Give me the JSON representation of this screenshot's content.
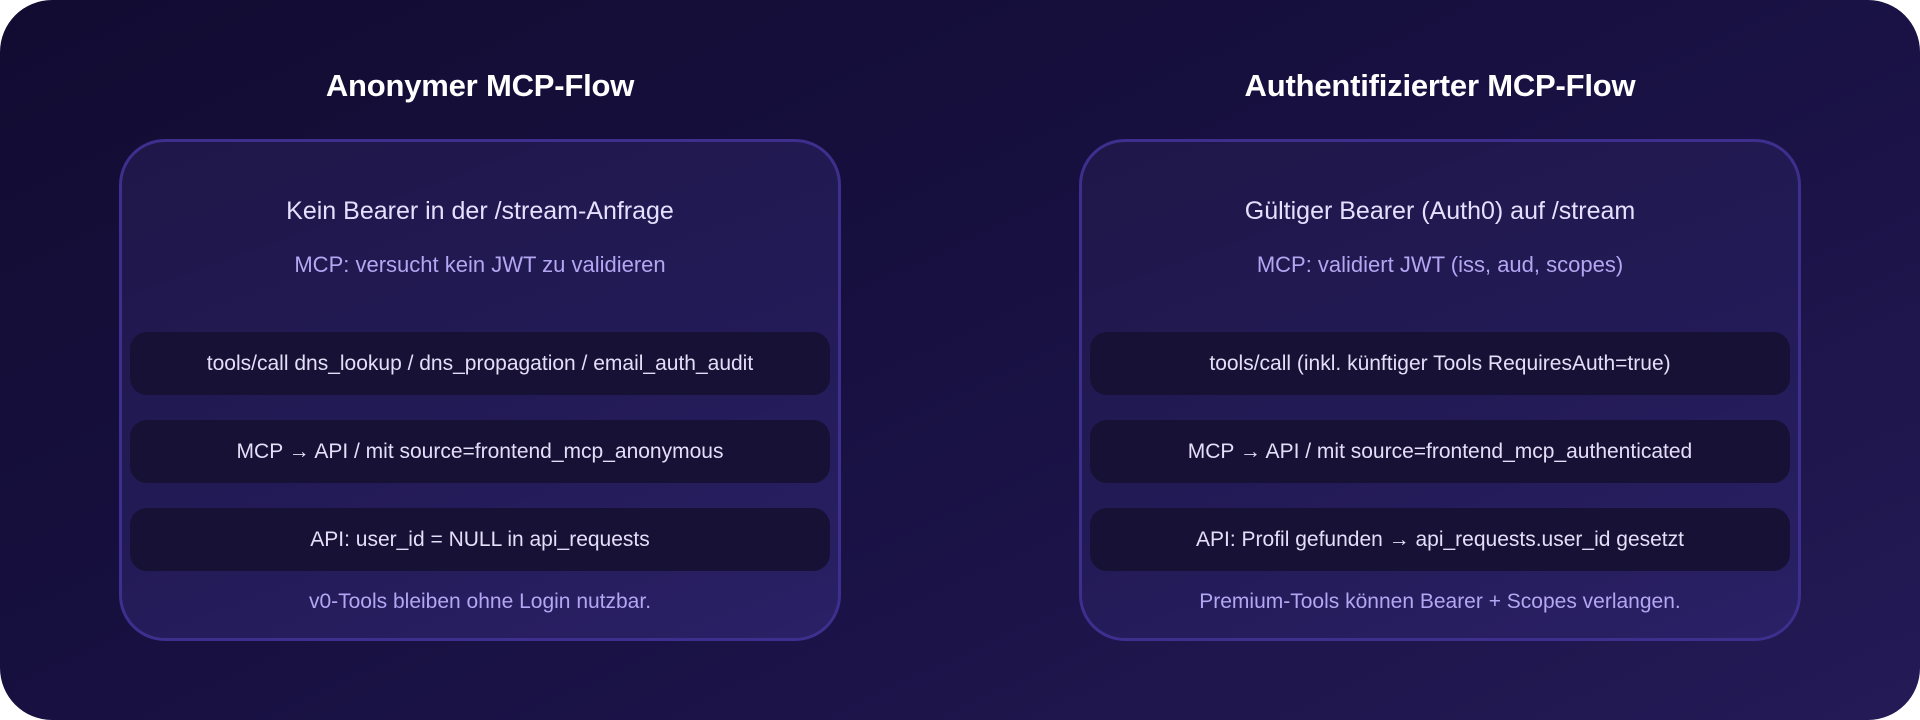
{
  "colors": {
    "background_start": "#120c32",
    "background_end": "#241a56",
    "card_border": "#3e2f8f",
    "card_fill": "#221a55",
    "step_fill": "#171135",
    "title_text": "#ffffff",
    "headline_text": "#e6e0ff",
    "accent_text": "#b4a6f2"
  },
  "flows": [
    {
      "title": "Anonymer MCP-Flow",
      "headline": "Kein Bearer in der /stream-Anfrage",
      "subline": "MCP: versucht kein JWT zu validieren",
      "steps": [
        "tools/call dns_lookup / dns_propagation / email_auth_audit",
        "MCP → API / mit source=frontend_mcp_anonymous",
        "API: user_id = NULL in api_requests"
      ],
      "footer": "v0-Tools bleiben ohne Login nutzbar."
    },
    {
      "title": "Authentifizierter MCP-Flow",
      "headline": "Gültiger Bearer (Auth0) auf /stream",
      "subline": "MCP: validiert JWT (iss, aud, scopes)",
      "steps": [
        "tools/call (inkl. künftiger Tools RequiresAuth=true)",
        "MCP → API / mit source=frontend_mcp_authenticated",
        "API: Profil gefunden → api_requests.user_id gesetzt"
      ],
      "footer": "Premium-Tools können Bearer + Scopes verlangen."
    }
  ]
}
